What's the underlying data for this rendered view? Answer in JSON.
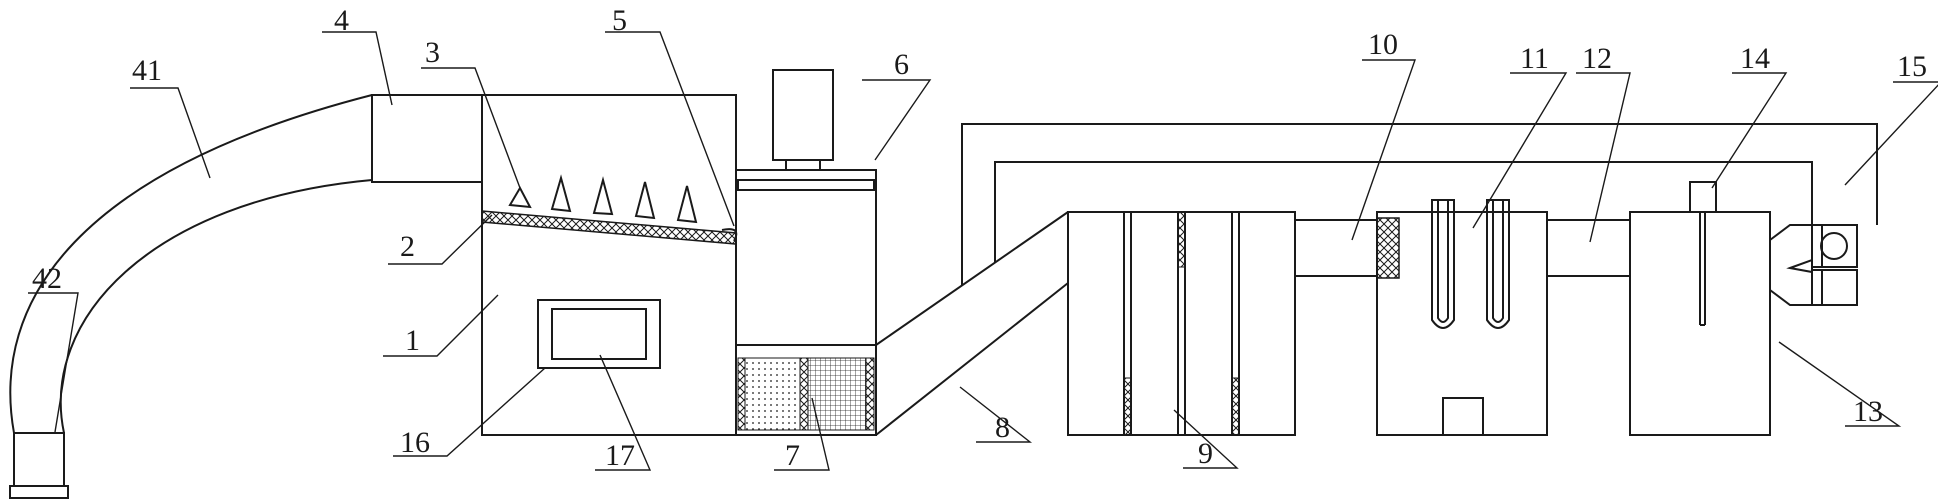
{
  "labels": {
    "l1": "1",
    "l2": "2",
    "l3": "3",
    "l4": "4",
    "l5": "5",
    "l6": "6",
    "l7": "7",
    "l8": "8",
    "l9": "9",
    "l10": "10",
    "l11": "11",
    "l12": "12",
    "l13": "13",
    "l14": "14",
    "l15": "15",
    "l16": "16",
    "l17": "17",
    "l41": "41",
    "l42": "42"
  },
  "colors": {
    "line": "#1a1a1a",
    "background": "#ffffff"
  }
}
